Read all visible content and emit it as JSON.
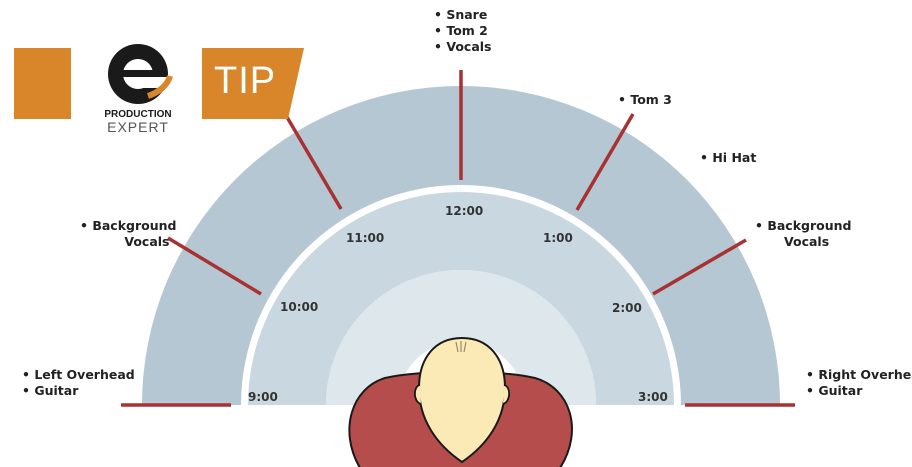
{
  "colors": {
    "outer_ring": "#b4c7d2",
    "middle_ring": "#c9d8e0",
    "inner_ring": "#dde7ec",
    "marker": "#a83232",
    "shoulders": "#b54d4d",
    "head": "#fbe9b6",
    "brand_orange": "#d9862b"
  },
  "logo": {
    "line1": "PRODUCTION",
    "line2": "EXPERT",
    "icon": "e-logo-icon"
  },
  "badge": {
    "text": "TIP"
  },
  "clock_labels": {
    "nine": "9:00",
    "ten": "10:00",
    "eleven": "11:00",
    "twelve": "12:00",
    "one": "1:00",
    "two": "2:00",
    "three": "3:00"
  },
  "instrument_labels": {
    "left_overhead": [
      "• Left Overhead",
      "• Guitar"
    ],
    "background_vocals_left": [
      "• Background",
      "Vocals"
    ],
    "center": [
      "• Snare",
      "• Tom 2",
      "• Vocals"
    ],
    "tom3": [
      "• Tom 3"
    ],
    "hihat": [
      "• Hi Hat"
    ],
    "background_vocals_right": [
      "• Background",
      "Vocals"
    ],
    "right_overhead": [
      "• Right Overhead",
      "• Guitar"
    ]
  }
}
